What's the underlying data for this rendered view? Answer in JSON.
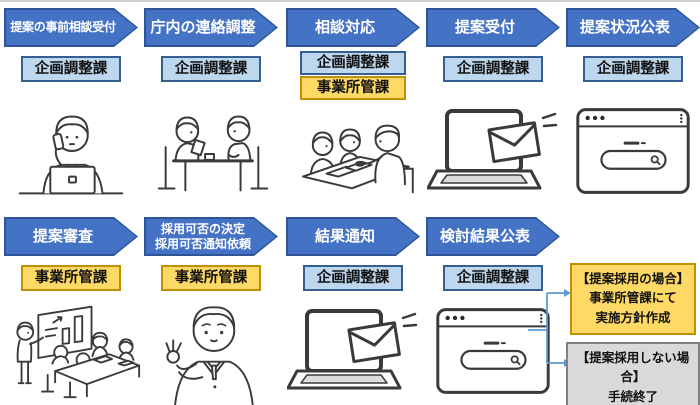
{
  "colors": {
    "arrow_fill": "#4472C4",
    "arrow_border": "#2F5597",
    "blue_box_fill": "#BDD7EE",
    "blue_box_border": "#355E91",
    "yellow_box_fill": "#FFD966",
    "yellow_box_border": "#BF9000",
    "gray_box_fill": "#D9D9D9",
    "gray_box_border": "#808080",
    "connector": "#5B9BD5"
  },
  "rows": [
    {
      "steps": [
        {
          "title": "提案の事前相談受付",
          "departments": [
            {
              "label": "企画調整課",
              "type": "blue"
            }
          ],
          "illustration": "person-on-phone-at-desk"
        },
        {
          "title": "庁内の連絡調整",
          "departments": [
            {
              "label": "企画調整課",
              "type": "blue"
            }
          ],
          "illustration": "two-people-meeting-at-table"
        },
        {
          "title": "相談対応",
          "departments": [
            {
              "label": "企画調整課",
              "type": "blue"
            },
            {
              "label": "事業所管課",
              "type": "yellow"
            }
          ],
          "illustration": "group-discussion-at-table"
        },
        {
          "title": "提案受付",
          "departments": [
            {
              "label": "企画調整課",
              "type": "blue"
            }
          ],
          "illustration": "laptop-receiving-mail"
        },
        {
          "title": "提案状況公表",
          "departments": [
            {
              "label": "企画調整課",
              "type": "blue"
            }
          ],
          "illustration": "web-browser-window"
        }
      ]
    },
    {
      "steps": [
        {
          "title": "提案審査",
          "departments": [
            {
              "label": "事業所管課",
              "type": "yellow"
            }
          ],
          "illustration": "presentation-meeting"
        },
        {
          "title": "採用可否の決定",
          "title2": "採用可否通知依頼",
          "departments": [
            {
              "label": "事業所管課",
              "type": "yellow"
            }
          ],
          "illustration": "man-making-ok-sign"
        },
        {
          "title": "結果通知",
          "departments": [
            {
              "label": "企画調整課",
              "type": "blue"
            }
          ],
          "illustration": "laptop-receiving-mail"
        },
        {
          "title": "検討結果公表",
          "departments": [
            {
              "label": "企画調整課",
              "type": "blue"
            }
          ],
          "illustration": "web-browser-window"
        }
      ]
    }
  ],
  "outcomes": {
    "adopted": {
      "lines": [
        "【提案採用の場合】",
        "事業所管課にて",
        "実施方針作成"
      ]
    },
    "rejected": {
      "lines": [
        "【提案採用しない場合】",
        "手続終了"
      ]
    }
  }
}
